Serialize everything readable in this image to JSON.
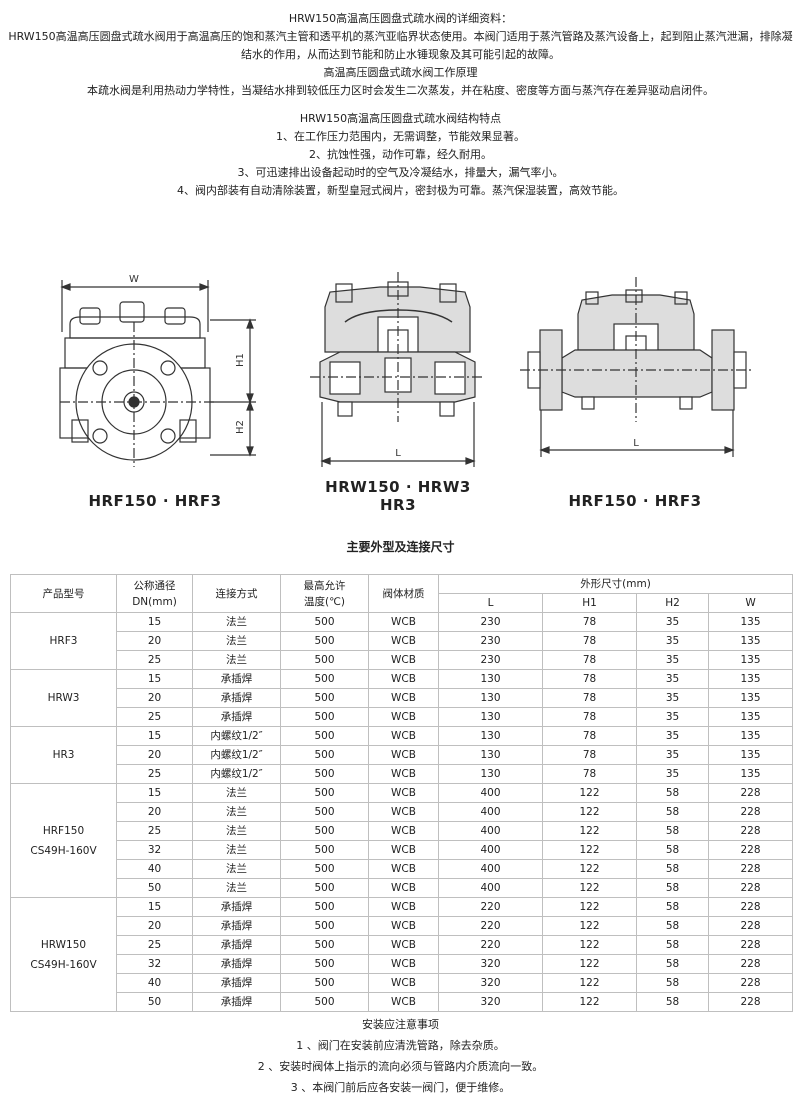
{
  "intro": {
    "heading": "HRW150高温高压圆盘式疏水阀的详细资料：",
    "description": "HRW150高温高压圆盘式疏水阀用于高温高压的饱和蒸汽主管和透平机的蒸汽亚临界状态使用。本阀门适用于蒸汽管路及蒸汽设备上，起到阻止蒸汽泄漏，排除凝结水的作用，从而达到节能和防止水锤现象及其可能引起的故障。",
    "principle_title": "高温高压圆盘式疏水阀工作原理",
    "principle_text": "本疏水阀是利用热动力学特性，当凝结水排到较低压力区时会发生二次蒸发，并在粘度、密度等方面与蒸汽存在差异驱动启闭件。",
    "features_title": "HRW150高温高压圆盘式疏水阀结构特点",
    "features": [
      "1、在工作压力范围内，无需调整，节能效果显著。",
      "2、抗蚀性强，动作可靠，经久耐用。",
      "3、可迅速排出设备起动时的空气及冷凝结水，排量大，漏气率小。",
      "4、阀内部装有自动清除装置，新型皇冠式阀片，密封极为可靠。蒸汽保湿装置，高效节能。"
    ]
  },
  "drawings": {
    "left_caption": "HRF150 · HRF3",
    "center_caption_line1": "HRW150 · HRW3",
    "center_caption_line2": "HR3",
    "right_caption": "HRF150 · HRF3",
    "dim_w": "W",
    "dim_h1": "H1",
    "dim_h2": "H2",
    "dim_l": "L"
  },
  "table": {
    "title": "主要外型及连接尺寸",
    "headers": {
      "model": "产品型号",
      "dn_line1": "公称通径",
      "dn_line2": "DN(mm)",
      "connection": "连接方式",
      "temp_line1": "最高允许",
      "temp_line2": "温度(℃)",
      "material": "阀体材质",
      "dims": "外形尺寸(mm)",
      "l": "L",
      "h1": "H1",
      "h2": "H2",
      "w": "W"
    },
    "groups": [
      {
        "model_line1": "HRF3",
        "model_line2": "",
        "rows": [
          [
            "15",
            "法兰",
            "500",
            "WCB",
            "230",
            "78",
            "35",
            "135"
          ],
          [
            "20",
            "法兰",
            "500",
            "WCB",
            "230",
            "78",
            "35",
            "135"
          ],
          [
            "25",
            "法兰",
            "500",
            "WCB",
            "230",
            "78",
            "35",
            "135"
          ]
        ]
      },
      {
        "model_line1": "HRW3",
        "model_line2": "",
        "rows": [
          [
            "15",
            "承插焊",
            "500",
            "WCB",
            "130",
            "78",
            "35",
            "135"
          ],
          [
            "20",
            "承插焊",
            "500",
            "WCB",
            "130",
            "78",
            "35",
            "135"
          ],
          [
            "25",
            "承插焊",
            "500",
            "WCB",
            "130",
            "78",
            "35",
            "135"
          ]
        ]
      },
      {
        "model_line1": "HR3",
        "model_line2": "",
        "rows": [
          [
            "15",
            "内螺纹1/2″",
            "500",
            "WCB",
            "130",
            "78",
            "35",
            "135"
          ],
          [
            "20",
            "内螺纹1/2″",
            "500",
            "WCB",
            "130",
            "78",
            "35",
            "135"
          ],
          [
            "25",
            "内螺纹1/2″",
            "500",
            "WCB",
            "130",
            "78",
            "35",
            "135"
          ]
        ]
      },
      {
        "model_line1": "HRF150",
        "model_line2": "CS49H-160V",
        "rows": [
          [
            "15",
            "法兰",
            "500",
            "WCB",
            "400",
            "122",
            "58",
            "228"
          ],
          [
            "20",
            "法兰",
            "500",
            "WCB",
            "400",
            "122",
            "58",
            "228"
          ],
          [
            "25",
            "法兰",
            "500",
            "WCB",
            "400",
            "122",
            "58",
            "228"
          ],
          [
            "32",
            "法兰",
            "500",
            "WCB",
            "400",
            "122",
            "58",
            "228"
          ],
          [
            "40",
            "法兰",
            "500",
            "WCB",
            "400",
            "122",
            "58",
            "228"
          ],
          [
            "50",
            "法兰",
            "500",
            "WCB",
            "400",
            "122",
            "58",
            "228"
          ]
        ]
      },
      {
        "model_line1": "HRW150",
        "model_line2": "CS49H-160V",
        "rows": [
          [
            "15",
            "承插焊",
            "500",
            "WCB",
            "220",
            "122",
            "58",
            "228"
          ],
          [
            "20",
            "承插焊",
            "500",
            "WCB",
            "220",
            "122",
            "58",
            "228"
          ],
          [
            "25",
            "承插焊",
            "500",
            "WCB",
            "220",
            "122",
            "58",
            "228"
          ],
          [
            "32",
            "承插焊",
            "500",
            "WCB",
            "320",
            "122",
            "58",
            "228"
          ],
          [
            "40",
            "承插焊",
            "500",
            "WCB",
            "320",
            "122",
            "58",
            "228"
          ],
          [
            "50",
            "承插焊",
            "500",
            "WCB",
            "320",
            "122",
            "58",
            "228"
          ]
        ]
      }
    ]
  },
  "notes": {
    "title": "安装应注意事项",
    "items": [
      "1 、阀门在安装前应清洗管路，除去杂质。",
      "2 、安装时阀体上指示的流向必须与管路内介质流向一致。",
      "3 、本阀门前后应各安装一阀门，便于维修。"
    ]
  }
}
